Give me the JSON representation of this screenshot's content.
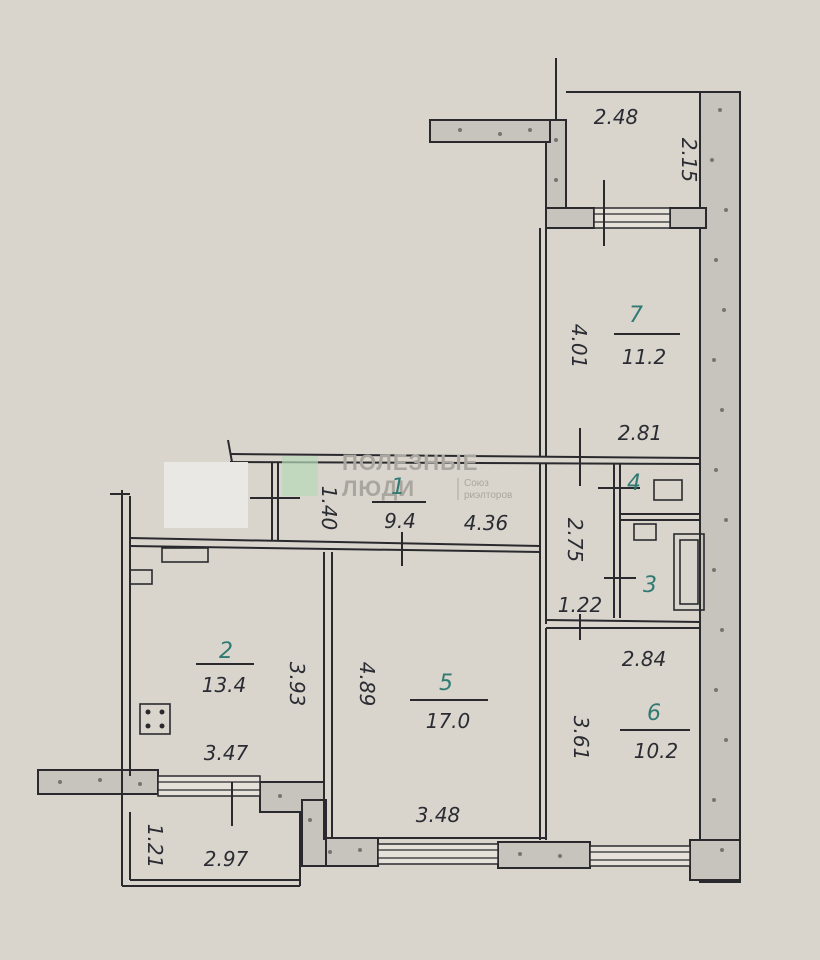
{
  "rooms": [
    {
      "id": "1",
      "number": "1",
      "area": "9.4"
    },
    {
      "id": "2",
      "number": "2",
      "area": "13.4"
    },
    {
      "id": "3",
      "number": "3",
      "area": ""
    },
    {
      "id": "4",
      "number": "4",
      "area": ""
    },
    {
      "id": "5",
      "number": "5",
      "area": "17.0"
    },
    {
      "id": "6",
      "number": "6",
      "area": "10.2"
    },
    {
      "id": "7",
      "number": "7",
      "area": "11.2"
    }
  ],
  "dimensions": {
    "balcony_top_w": "2.48",
    "balcony_top_h": "2.15",
    "room7_h": "4.01",
    "room7_w": "2.81",
    "room1_h": "1.40",
    "room1_w": "4.36",
    "corridor_h": "2.75",
    "corridor_w": "1.22",
    "room2_h": "3.93",
    "room2_w": "3.47",
    "room5_h": "4.89",
    "room5_w": "3.48",
    "room6_w": "2.84",
    "room6_h": "3.61",
    "balcony_bottom_h": "1.21",
    "balcony_bottom_w": "2.97"
  },
  "watermark": {
    "line1": "ПОЛЕЗНЫЕ",
    "line2": "ЛЮДИ",
    "small1": "Союз",
    "small2": "риэлторов"
  },
  "colors": {
    "background": "#d9d5cc",
    "ink": "#2a2a2e",
    "room_number": "#2f7a72"
  }
}
